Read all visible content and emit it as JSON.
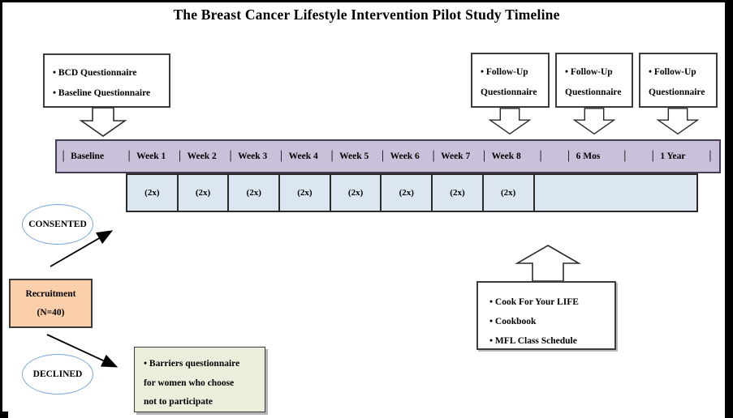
{
  "title": "The Breast Cancer Lifestyle Intervention Pilot Study Timeline",
  "separator": "│",
  "bcd_box": {
    "line1": "• BCD Questionnaire",
    "line2": "• Baseline Questionnaire"
  },
  "followup_boxes": [
    {
      "line1": "• Follow-Up",
      "line2": "Questionnaire"
    },
    {
      "line1": "• Follow-Up",
      "line2": "Questionnaire"
    },
    {
      "line1": "• Follow-Up",
      "line2": "Questionnaire"
    }
  ],
  "timeline": {
    "baseline_label": "Baseline",
    "weeks": [
      "Week 1",
      "Week 2",
      "Week 3",
      "Week 4",
      "Week 5",
      "Week 6",
      "Week 7",
      "Week 8"
    ],
    "tail_labels": [
      "6 Mos",
      "1 Year"
    ],
    "frequency": [
      "(2x)",
      "(2x)",
      "(2x)",
      "(2x)",
      "(2x)",
      "(2x)",
      "(2x)",
      "(2x)"
    ]
  },
  "consented_label": "CONSENTED",
  "declined_label": "DECLINED",
  "recruitment_box": {
    "line1": "Recruitment",
    "line2": "(N=40)"
  },
  "barriers_box": {
    "line1": "• Barriers questionnaire",
    "line2": "for women who choose",
    "line3": "not to participate"
  },
  "materials_box": {
    "line1": "• Cook For Your LIFE",
    "line2": "• Cookbook",
    "line3": "• MFL Class Schedule"
  },
  "colors": {
    "timeline_bar_fill": "#cbc0da",
    "frequency_row_fill": "#dce6f1",
    "recruitment_fill": "#fbcfa9",
    "barriers_fill": "#ebeedb",
    "ellipse_border": "#7da7d9"
  }
}
